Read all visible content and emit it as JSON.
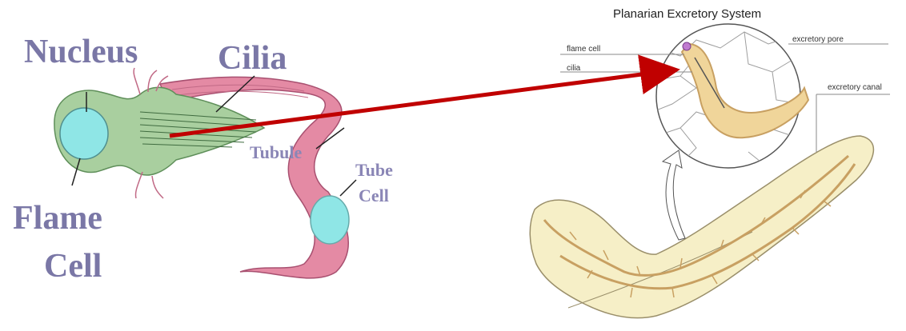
{
  "left_diagram": {
    "labels": {
      "nucleus": "Nucleus",
      "cilia": "Cilia",
      "flame": "Flame",
      "cell": "Cell",
      "tubule": "Tubule",
      "tube": "Tube",
      "tube_cell": "Cell"
    },
    "colors": {
      "cell_body": "#a9cf9f",
      "nucleus_fill": "#8fe6e6",
      "tubule": "#e48aa4",
      "label": "#7a77a6"
    }
  },
  "right_diagram": {
    "title": "Planarian Excretory System",
    "labels": {
      "flame_cell": "flame cell",
      "cilia": "cilia",
      "excretory_pore": "excretory pore",
      "excretory_canal": "excretory canal"
    },
    "colors": {
      "body": "#f6efc7",
      "canal": "#c8a062",
      "cells_outline": "#9d9d9d"
    }
  },
  "connector": {
    "color": "#c00000"
  }
}
